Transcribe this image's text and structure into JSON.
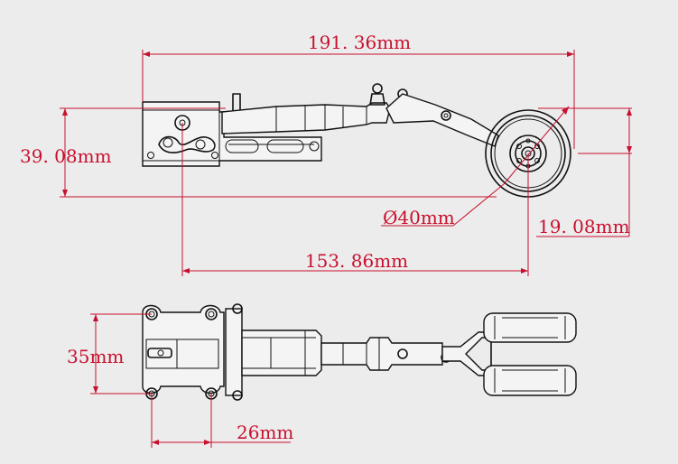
{
  "dimensions": {
    "total_length": "191. 36mm",
    "height": "39. 08mm",
    "wheel_diameter": "Ø40mm",
    "wheel_offset": "19. 08mm",
    "pivot_to_axle": "153. 86mm",
    "mount_width": "35mm",
    "mount_spacing": "26mm"
  },
  "colors": {
    "background": "#ececec",
    "dimension": "#c8102e",
    "outline": "#111111"
  }
}
